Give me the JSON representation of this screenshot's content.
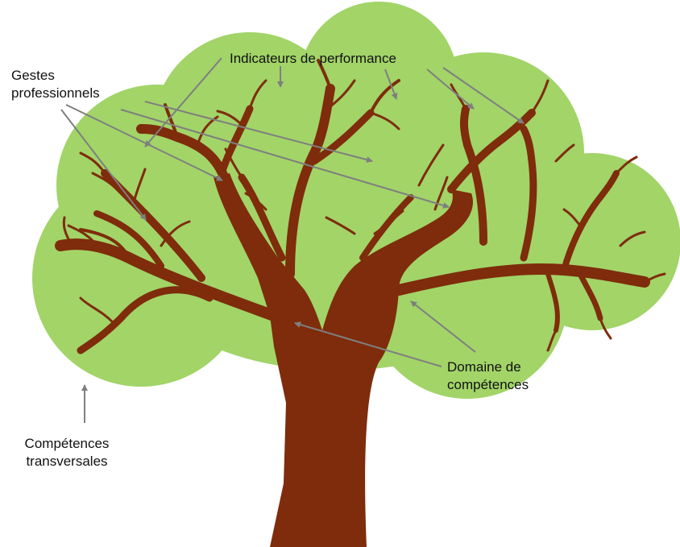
{
  "colors": {
    "canopy": "#a2d468",
    "trunk": "#7e2c0b",
    "arrow": "#7f7f7f",
    "text": "#111111"
  },
  "labels": {
    "gestes_line1": "Gestes",
    "gestes_line2": "professionnels",
    "indicateurs": "Indicateurs de performance",
    "domaine_line1": "Domaine de",
    "domaine_line2": "compétences",
    "competences_line1": "Compétences",
    "competences_line2": "transversales"
  }
}
